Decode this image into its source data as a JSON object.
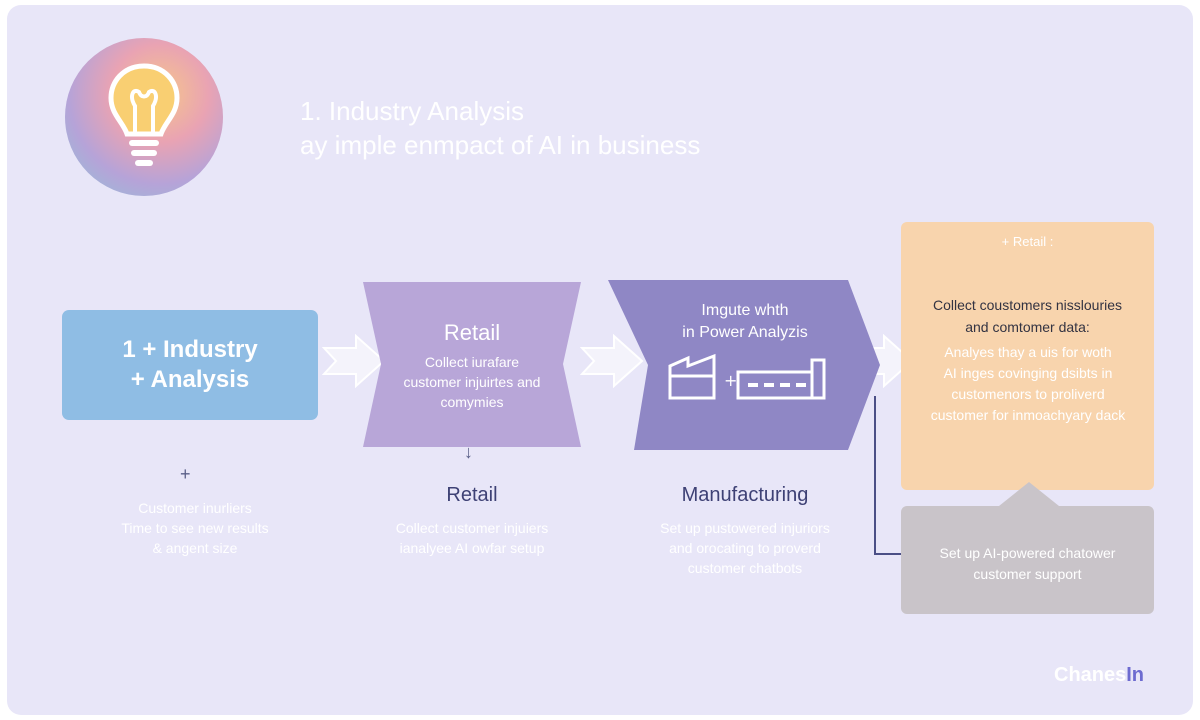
{
  "header": {
    "line1": "1. Industry Analysis",
    "line2": "ay imple enmpact of AI in business",
    "icon": "lightbulb-icon"
  },
  "stage1": {
    "line1": "1 + Industry",
    "line2": "+ Analysis",
    "plus": "+",
    "caption": [
      "Customer inurliers",
      "Time to see new results",
      "& angent size"
    ]
  },
  "stage2": {
    "title": "Retail",
    "body": [
      "Collect iurafare",
      "customer injuirtes and",
      "comymies"
    ],
    "down": "↓",
    "sub_title": "Retail",
    "sub_body": [
      "Collect customer injuiers",
      "ianalyee AI owfar setup"
    ]
  },
  "stage3": {
    "title": [
      "Imgute whth",
      "in Power Analyzis"
    ],
    "icon": "factory-conveyor-icon",
    "sub_title": "Manufacturing",
    "sub_body": [
      "Set up pustowered injuriors",
      "and orocating to proverd",
      "customer chatbots"
    ]
  },
  "stage4": {
    "tag": "+ Retail :",
    "title": [
      "Collect coustomers nisslouries",
      "and comtomer data:"
    ],
    "body": [
      "Analyes thay a uis for woth",
      "AI inges covinging dsibts in",
      "customenors to proliverd",
      "customer for inmoachyary dack"
    ],
    "sub_body": [
      "Set up AI-powered chatower",
      "customer support"
    ]
  },
  "brand": {
    "main": "Chanes",
    "accent": "In"
  },
  "colors": {
    "background": "#e8e6f8",
    "stage1": "#8fbde4",
    "stage2": "#b8a6d8",
    "stage3": "#8f87c5",
    "stage4": "#f8d4ad",
    "stage5": "#c9c4c9",
    "dark_text": "#3e4175"
  }
}
